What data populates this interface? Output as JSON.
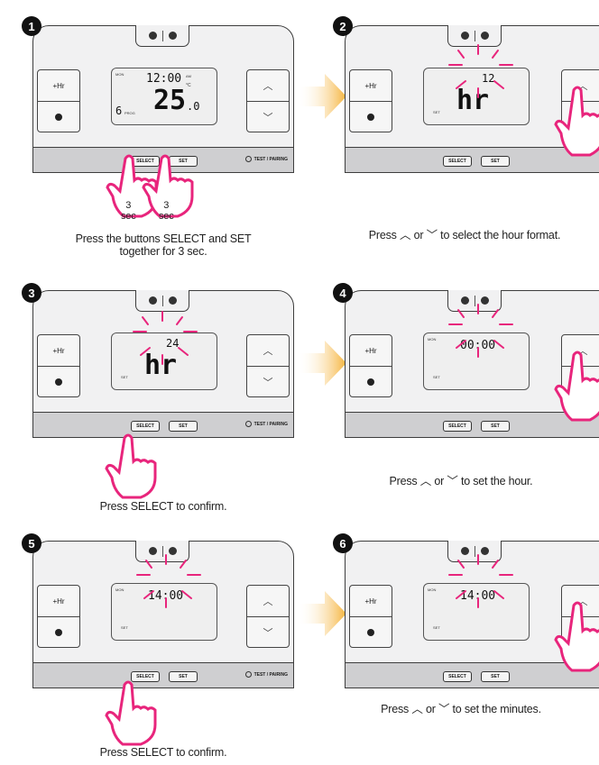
{
  "device": {
    "plus_hr": "+Hr",
    "select": "SELECT",
    "set": "SET",
    "test_pairing": "TEST / PAIRING",
    "up_icon": "chevron-up",
    "down_icon": "chevron-down"
  },
  "steps": [
    {
      "number": "1",
      "lcd_time": "12:00",
      "lcd_am": "AM",
      "lcd_temp": "25",
      "lcd_temp_dec": ".0",
      "lcd_celsius": "°C",
      "lcd_prog": "6",
      "press_left": "3 sec",
      "press_right": "3 sec",
      "caption_line1": "Press the buttons SELECT and SET",
      "caption_line2": "together for 3 sec."
    },
    {
      "number": "2",
      "lcd_top": "12",
      "lcd_main": "hr",
      "caption_prefix": "Press",
      "caption_or": "or",
      "caption_suffix": "to select the hour format."
    },
    {
      "number": "3",
      "lcd_top": "24",
      "lcd_main": "hr",
      "caption": "Press SELECT to confirm."
    },
    {
      "number": "4",
      "lcd_main": "00:00",
      "caption_prefix": "Press",
      "caption_or": "or",
      "caption_suffix": "to set the hour."
    },
    {
      "number": "5",
      "lcd_main": "14:00",
      "caption": "Press SELECT to confirm."
    },
    {
      "number": "6",
      "lcd_main": "14:00",
      "caption_prefix": "Press",
      "caption_or": "or",
      "caption_suffix": "to set the minutes."
    }
  ],
  "colors": {
    "highlight": "#e8257c",
    "arrow": "#f5b33a",
    "hand_outline": "#e8257c"
  }
}
